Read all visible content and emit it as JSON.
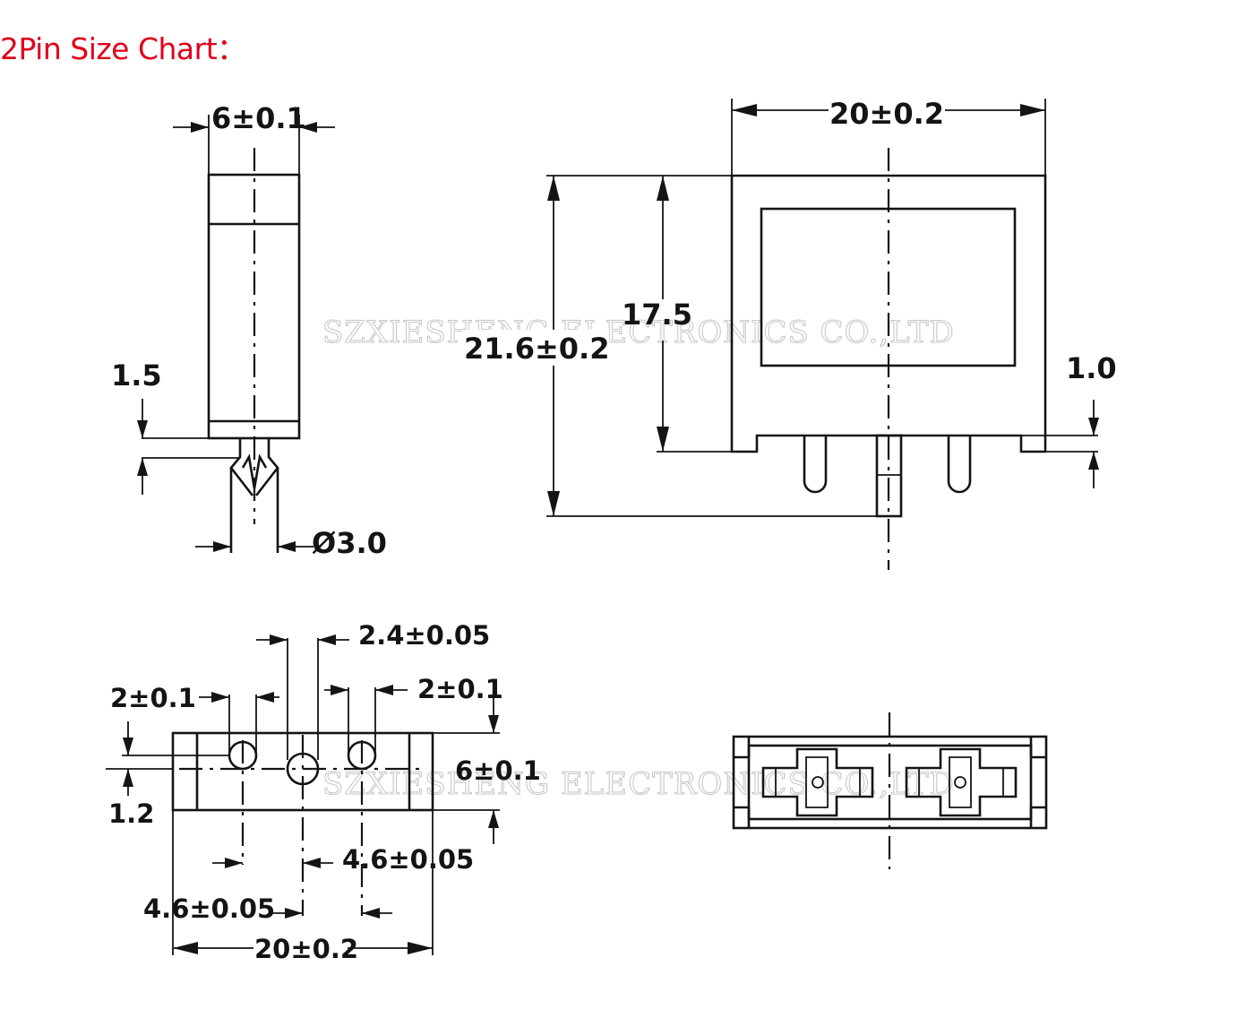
{
  "title": "2Pin Size Chart：",
  "watermark": "SZXIESHENG ELECTRONICS CO.,LTD",
  "colors": {
    "title": "#e0001b",
    "lines": "#141414",
    "watermark": "#c9c9c9"
  },
  "side_view": {
    "width": "6±0.1",
    "pin_offset": "1.5",
    "pin_diameter": "Ø3.0"
  },
  "front_view": {
    "width": "20±0.2",
    "total_height": "21.6±0.2",
    "body_height": "17.5",
    "flange": "1.0"
  },
  "bottom_view": {
    "center_pin_width": "2.4±0.05",
    "left_pin_width": "2±0.1",
    "right_pin_width": "2±0.1",
    "depth": "6±0.1",
    "pin_offset": "1.2",
    "right_spacing": "4.6±0.05",
    "left_spacing": "4.6±0.05",
    "width": "20±0.2"
  }
}
